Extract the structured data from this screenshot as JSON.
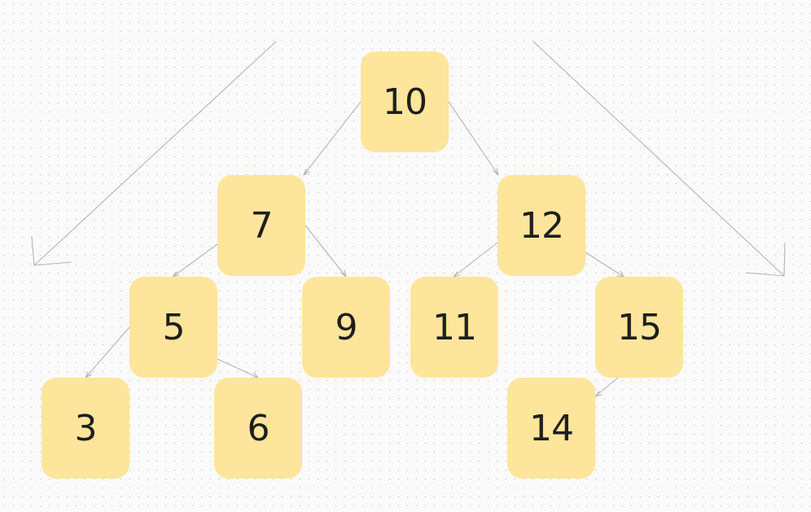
{
  "colors": {
    "node_fill": "#fde59b",
    "edge": "#b4b4b4",
    "text": "#1e1e1e",
    "background": "#fafafa"
  },
  "nodes": {
    "n10": "10",
    "n7": "7",
    "n12": "12",
    "n5": "5",
    "n9": "9",
    "n11": "11",
    "n15": "15",
    "n3": "3",
    "n6": "6",
    "n14": "14"
  },
  "edges": [
    [
      "n10",
      "n7"
    ],
    [
      "n10",
      "n12"
    ],
    [
      "n7",
      "n5"
    ],
    [
      "n7",
      "n9"
    ],
    [
      "n5",
      "n3"
    ],
    [
      "n5",
      "n6"
    ],
    [
      "n12",
      "n11"
    ],
    [
      "n12",
      "n15"
    ],
    [
      "n15",
      "n14"
    ]
  ]
}
